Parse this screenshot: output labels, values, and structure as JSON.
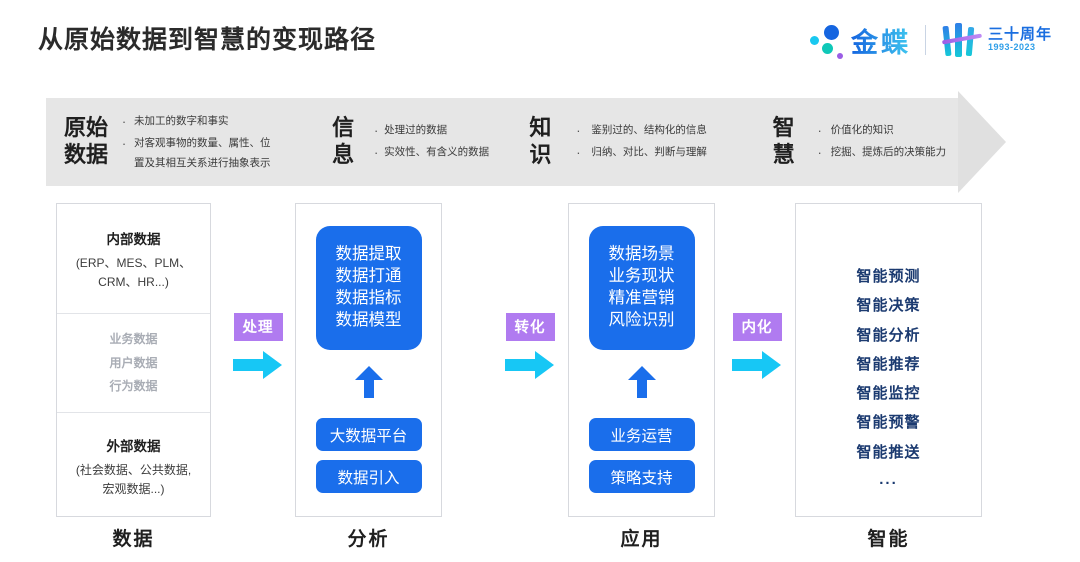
{
  "header": {
    "title": "从原始数据到智慧的变现路径",
    "brand_name": "金蝶",
    "anniversary_main": "三十周年",
    "anniversary_years": "1993-2023"
  },
  "banner": {
    "columns": [
      {
        "key": "原始\n数据",
        "bullets": [
          "未加工的数字和事实",
          "对客观事物的数量、属性、位置及其相互关系进行抽象表示"
        ],
        "bullet_lines": [
          [
            "未加工的数字和事实"
          ],
          [
            "对客观事物的数量、属性、位",
            "置及其相互关系进行抽象表示"
          ]
        ]
      },
      {
        "key": "信\n息",
        "bullets": [
          "处理过的数据",
          "实效性、有含义的数据"
        ],
        "bullet_lines": [
          [
            "处理过的数据"
          ],
          [
            "实效性、有含义的数据"
          ]
        ]
      },
      {
        "key": "知\n识",
        "bullets": [
          "鉴别过的、结构化的信息",
          "归纳、对比、判断与理解"
        ],
        "bullet_lines": [
          [
            "鉴别过的、结构化的信息"
          ],
          [
            "归纳、对比、判断与理解"
          ]
        ]
      },
      {
        "key": "智\n慧",
        "bullets": [
          "价值化的知识",
          "挖掘、提炼后的决策能力"
        ],
        "bullet_lines": [
          [
            "价值化的知识"
          ],
          [
            "挖掘、提炼后的决策能力"
          ]
        ]
      }
    ],
    "bullet_marker": "·"
  },
  "flow": {
    "stage1": {
      "foot_label": "数据",
      "top_title": "内部数据",
      "top_sub_line1": "(ERP、MES、PLM、",
      "top_sub_line2": "CRM、HR...)",
      "mid_items": [
        "业务数据",
        "用户数据",
        "行为数据"
      ],
      "bottom_title": "外部数据",
      "bottom_sub_line1": "(社会数据、公共数据,",
      "bottom_sub_line2": "宏观数据...)"
    },
    "stage2": {
      "foot_label": "分析",
      "box_lines": [
        "数据提取",
        "数据打通",
        "数据指标",
        "数据模型"
      ],
      "pills": [
        "大数据平台",
        "数据引入"
      ]
    },
    "stage3": {
      "foot_label": "应用",
      "box_lines": [
        "数据场景",
        "业务现状",
        "精准营销",
        "风险识别"
      ],
      "pills": [
        "业务运营",
        "策略支持"
      ]
    },
    "stage4": {
      "foot_label": "智能",
      "items": [
        "智能预测",
        "智能决策",
        "智能分析",
        "智能推荐",
        "智能监控",
        "智能预警",
        "智能推送"
      ],
      "ellipsis": "..."
    },
    "connectors": [
      {
        "label": "处理"
      },
      {
        "label": "转化"
      },
      {
        "label": "内化"
      }
    ]
  },
  "colors": {
    "primary_blue": "#1a6eeb",
    "connector_purple": "#b07bf0",
    "arrow_cyan": "#17c7f5",
    "navy": "#1b3a70",
    "banner_gray": "#e6e6e6"
  }
}
